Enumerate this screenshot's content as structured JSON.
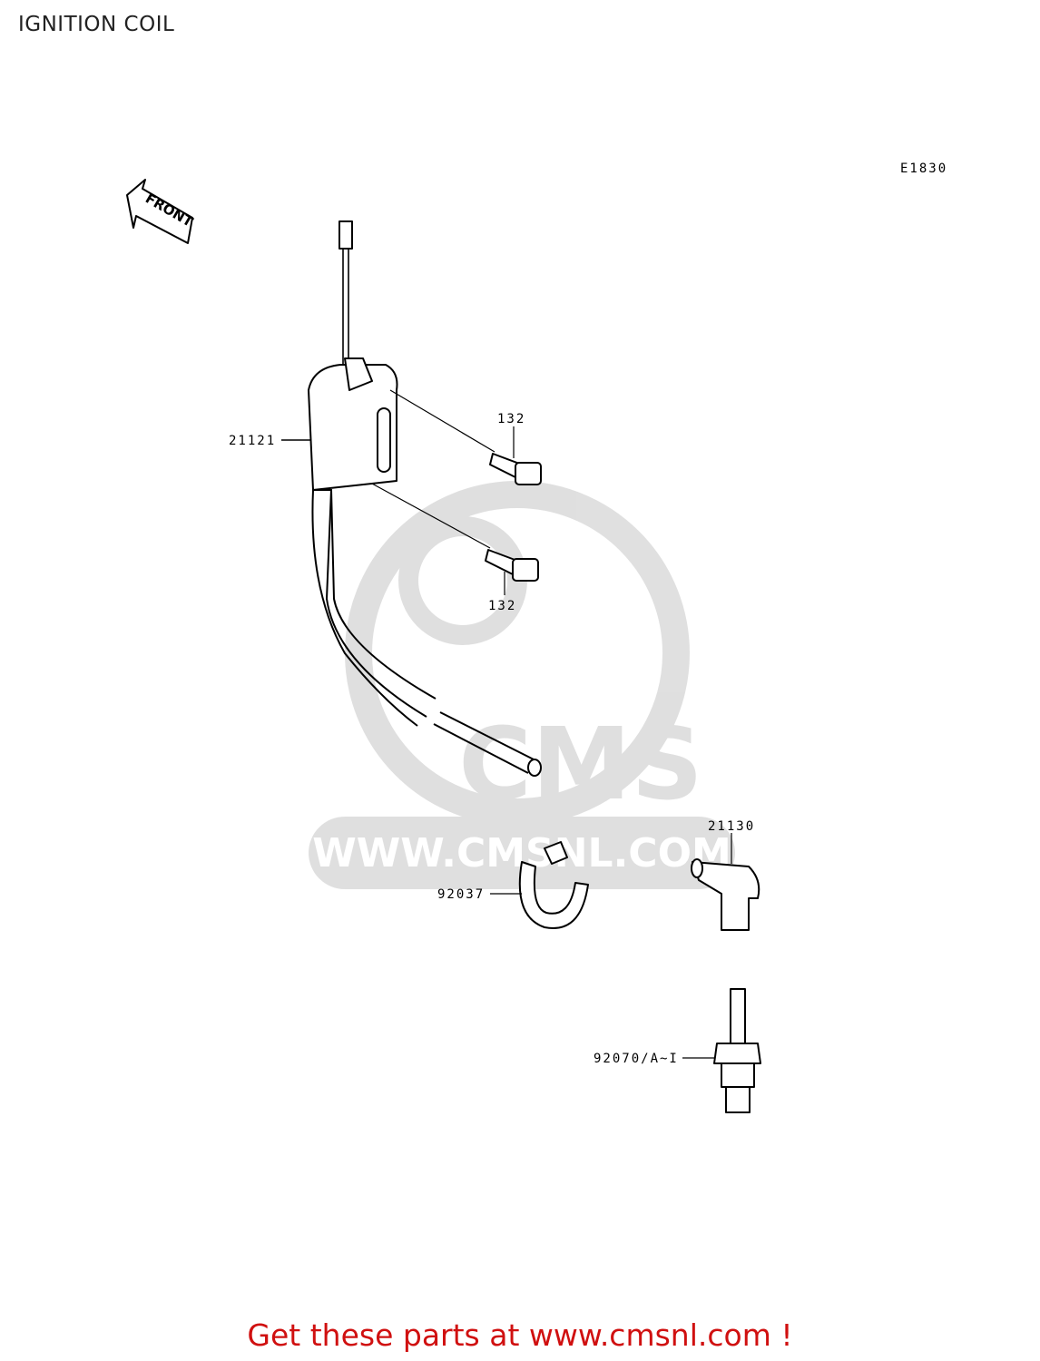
{
  "header": {
    "title": "IGNITION COIL"
  },
  "diagram": {
    "code": "E1830",
    "front_label": "FRONT",
    "parts": [
      {
        "id": "21121",
        "label": "21121"
      },
      {
        "id": "132-upper",
        "label": "132"
      },
      {
        "id": "132-lower",
        "label": "132"
      },
      {
        "id": "21130",
        "label": "21130"
      },
      {
        "id": "92037",
        "label": "92037"
      },
      {
        "id": "92070",
        "label": "92070/A~I"
      }
    ]
  },
  "watermark": {
    "text": "WWW.CMSNL.COM",
    "brand": "CMS"
  },
  "footer": {
    "text": "Get these parts at www.cmsnl.com !"
  }
}
